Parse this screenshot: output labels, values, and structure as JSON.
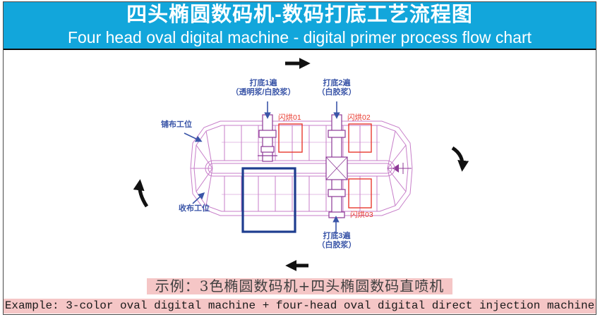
{
  "banner": {
    "title_zh": "四头椭圆数码机-数码打底工艺流程图",
    "title_en": "Four head oval digital machine - digital primer process flow chart",
    "bg_color": "#12a6db",
    "text_color": "#ffffff"
  },
  "diagram": {
    "labels": {
      "primer1_line1": "打底1遍",
      "primer1_line2": "（透明浆/白胶浆）",
      "primer2_line1": "打底2遍",
      "primer2_line2": "（白胶浆）",
      "primer3_line1": "打底3遍",
      "primer3_line2": "（白胶浆）",
      "flash1": "闪烘01",
      "flash2": "闪烘02",
      "flash3": "闪烘03",
      "load_station": "铺布工位",
      "unload_station": "收布工位"
    },
    "colors": {
      "machine_line": "#c77ec9",
      "machine_dark": "#8d3a96",
      "label_blue": "#3a55a8",
      "flash_red": "#e8392e",
      "highlight_navy": "#1e3d8f",
      "flow_arrow_black": "#111111"
    }
  },
  "example": {
    "line_zh": "示例：3色椭圆数码机+四头椭圆数码直喷机",
    "line_en": "Example: 3-color oval digital machine + four-head oval digital direct injection machine",
    "highlight_color": "#f5c6c6"
  }
}
